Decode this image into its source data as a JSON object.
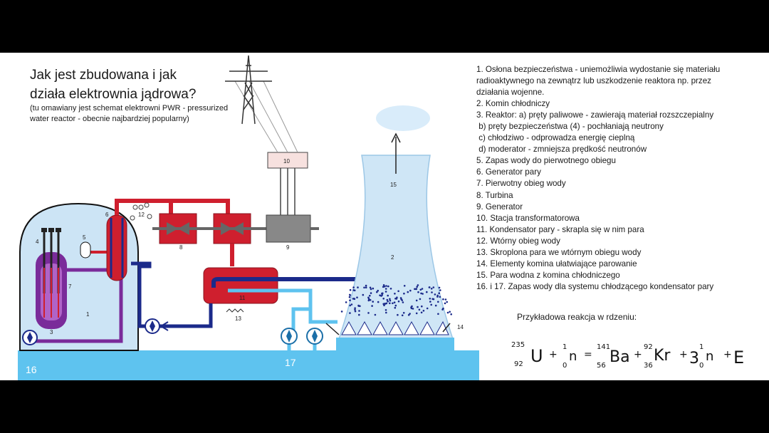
{
  "title": "Jak jest zbudowana i jak działa elektrownia jądrowa?",
  "subtitle": "(tu omawiany jest schemat elektrowni PWR - pressurized water reactor - obecnie najbardziej popularny)",
  "legend": [
    "1. Osłona bezpieczeństwa - uniemożliwia wydostanie się materiału",
    "radioaktywnego na zewnątrz lub uszkodzenie reaktora np. przez",
    "działania wojenne.",
    "2. Komin chłodniczy",
    "3. Reaktor: a) pręty paliwowe - zawierają materiał rozszczepialny",
    " b) pręty bezpieczeństwa (4) - pochłaniają neutrony",
    " c) chłodziwo - odprowadza energię cieplną",
    " d) moderator - zmniejsza prędkość neutronów",
    "5. Zapas wody do pierwotnego obiegu",
    "6. Generator pary",
    "7. Pierwotny obieg wody",
    "8. Turbina",
    "9. Generator",
    "10. Stacja transformatorowa",
    "11. Kondensator pary - skrapla się w nim para",
    "12. Wtórny obieg wody",
    "13. Skroplona para we wtórnym obiegu wody",
    "14. Elementy komina ułatwiające parowanie",
    "15. Para wodna z komina chłodniczego",
    "16. i 17. Zapas wody dla systemu chłodzącego kondensator pary"
  ],
  "reaction_label": "Przykładowa reakcja w rdzeniu:",
  "reaction": {
    "u_mass": "235",
    "u_atomic": "92",
    "u_symbol": "U",
    "plus1": "+",
    "n_mass": "1",
    "n_atomic": "0",
    "n_symbol": "n",
    "equals": "=",
    "ba_mass": "141",
    "ba_atomic": "56",
    "ba_symbol": "Ba",
    "plus2": "+",
    "kr_mass": "92",
    "kr_atomic": "36",
    "kr_symbol": "Kr",
    "plus3": "+",
    "n3_coef": "3",
    "n3_mass": "1",
    "n3_atomic": "0",
    "n3_symbol": "n",
    "plus4": "+",
    "energy": "E"
  },
  "labels": {
    "l1": "1",
    "l2": "2",
    "l3": "3",
    "l4": "4",
    "l5": "5",
    "l6": "6",
    "l7": "7",
    "l8": "8",
    "l9": "9",
    "l10": "10",
    "l11": "11",
    "l12": "12",
    "l13": "13",
    "l14": "14",
    "l15": "15",
    "l16": "16",
    "l17": "17"
  },
  "colors": {
    "primary_loop": "#cf1f2e",
    "secondary_loop": "#1b2a8a",
    "reactor": "#7a2b9a",
    "cooling_water": "#5ec3ef",
    "tower_fill": "#cfe6f6",
    "containment_fill": "#cce4f5"
  }
}
